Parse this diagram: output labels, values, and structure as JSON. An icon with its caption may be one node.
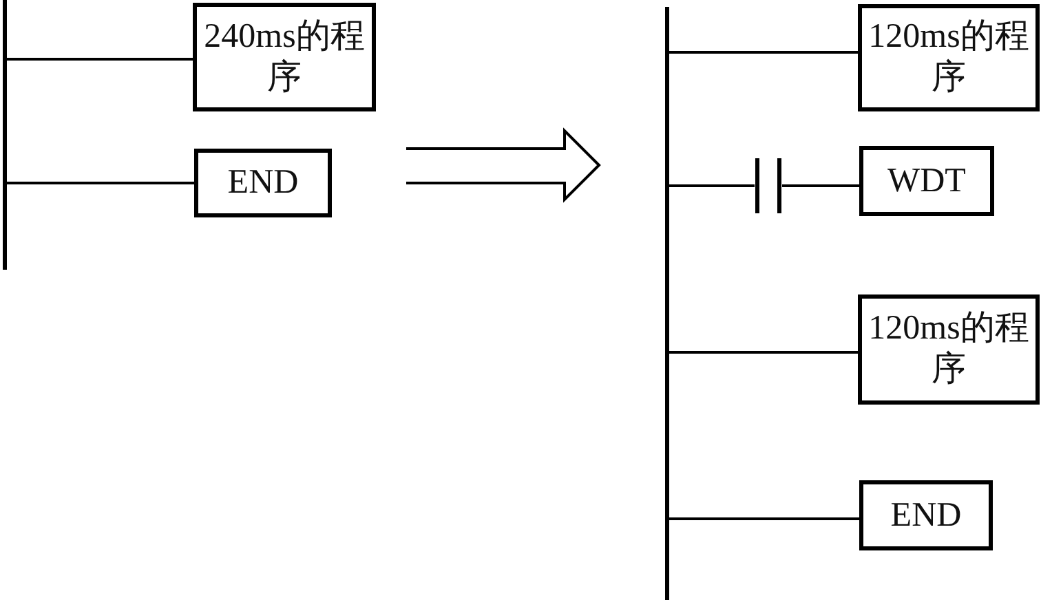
{
  "diagram": {
    "nodes": [
      {
        "text": [],
        "shape": "bar"
      },
      {
        "text": [
          "240ms的程序"
        ]
      },
      {
        "text": [
          "END"
        ]
      },
      {
        "text": [],
        "shape": "bar"
      },
      {
        "text": [
          "120ms的程序"
        ]
      },
      {
        "text": [],
        "shape": "contact"
      },
      {
        "text": [
          "WDT"
        ]
      },
      {
        "text": [
          "120ms的程序"
        ]
      },
      {
        "text": [
          "END"
        ]
      }
    ],
    "edges": [
      {
        "from": 0,
        "to": 1,
        "arrow": "none"
      },
      {
        "from": 0,
        "to": 2,
        "arrow": "none"
      },
      {
        "from": 3,
        "to": 4,
        "arrow": "none"
      },
      {
        "from": 3,
        "to": 5,
        "arrow": "none"
      },
      {
        "from": 5,
        "to": 6,
        "arrow": "none"
      },
      {
        "from": 3,
        "to": 7,
        "arrow": "none"
      },
      {
        "from": 3,
        "to": 8,
        "arrow": "none"
      }
    ]
  }
}
